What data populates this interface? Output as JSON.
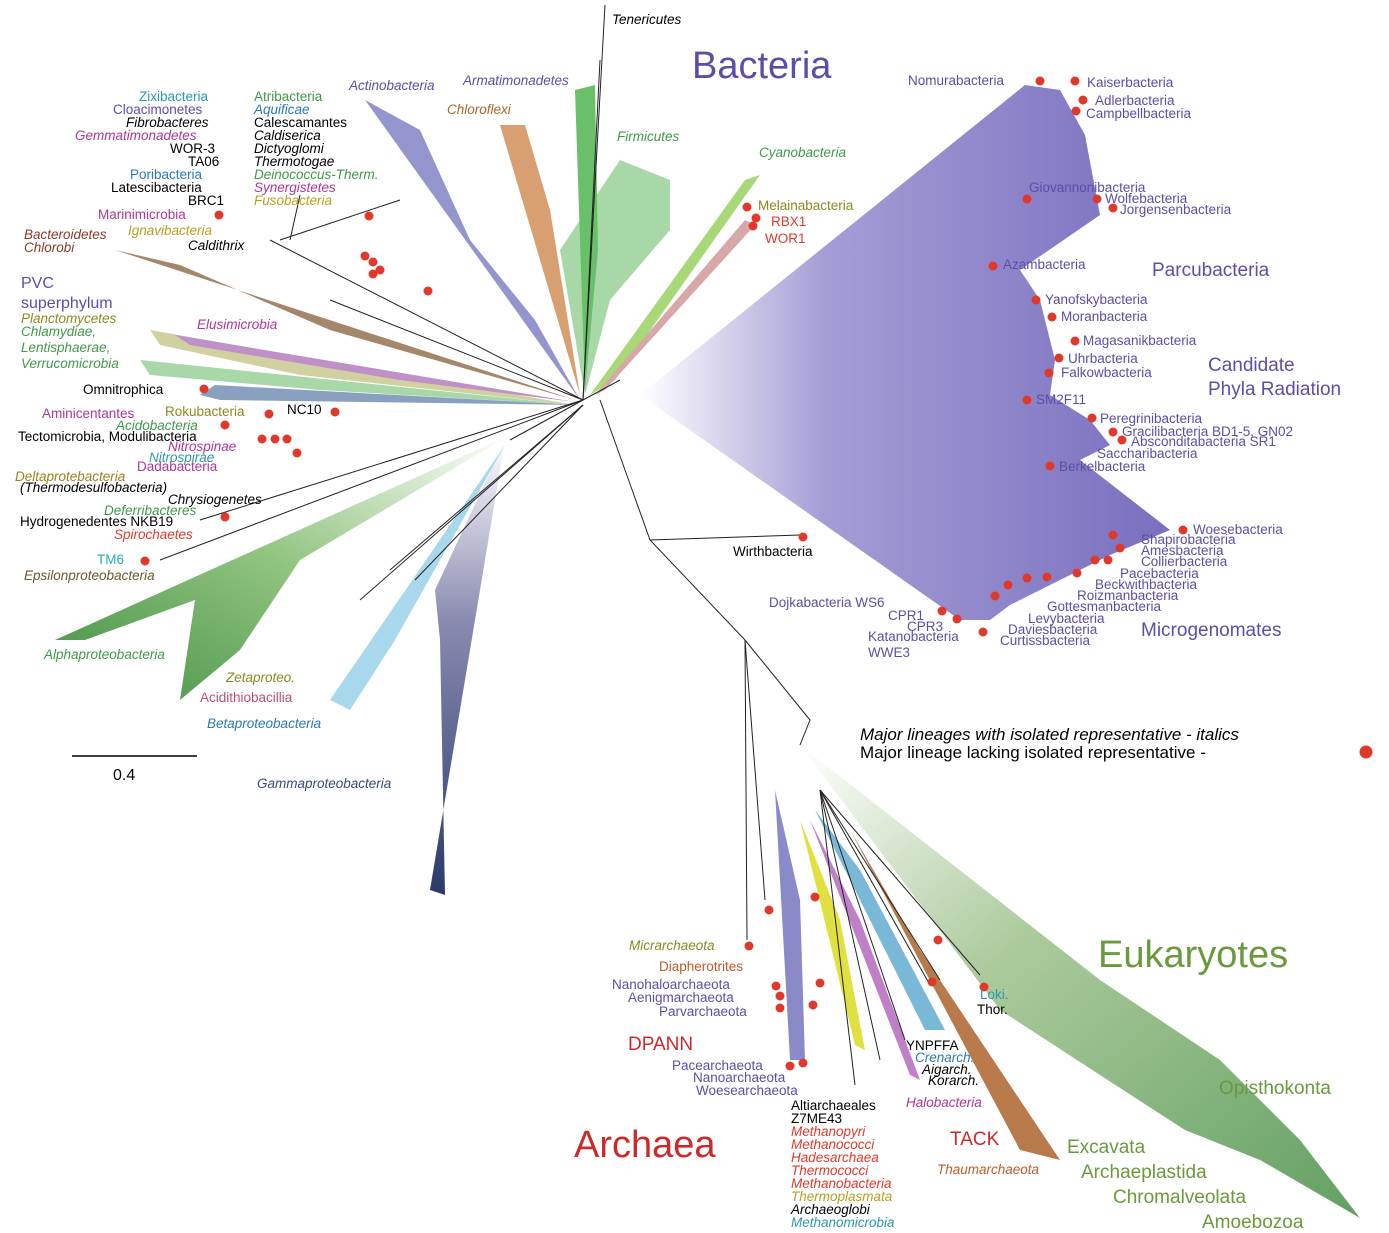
{
  "domains": {
    "bacteria": {
      "text": "Bacteria",
      "color": "#5a4fa8"
    },
    "archaea": {
      "text": "Archaea",
      "color": "#cc2a2a"
    },
    "eukaryotes": {
      "text": "Eukaryotes",
      "color": "#6a9a3c"
    }
  },
  "groups": {
    "parcubacteria": "Parcubacteria",
    "cpr_line1": "Candidate",
    "cpr_line2": "Phyla Radiation",
    "microgenomates": "Microgenomates",
    "pvc_line1": "PVC",
    "pvc_line2": "superphylum",
    "dpann": "DPANN",
    "tack": "TACK"
  },
  "legend": {
    "italics_line": "Major lineages with isolated representative - italics",
    "dot_line": "Major lineage lacking isolated representative -"
  },
  "scale_bar": {
    "value": "0.4"
  },
  "colors": {
    "bacteria_text": "#5a4fa8",
    "cpr_purple": "#7a70c0",
    "green": "#3f9a49",
    "teal": "#2a9aa8",
    "magenta": "#b0359a",
    "olive": "#8a8a20",
    "brown": "#8a5a2a",
    "red_dot": "#e0392b",
    "archaea_red": "#cc2a2a",
    "euk_green": "#6a9a3c",
    "gamma": "#3a4a7a"
  },
  "labels": [
    {
      "id": "tenericutes",
      "text": "Tenericutes",
      "it": true,
      "color": "#000000"
    },
    {
      "id": "armatimonadetes",
      "text": "Armatimonadetes",
      "it": true,
      "color": "#5a4fa8"
    },
    {
      "id": "actinobacteria",
      "text": "Actinobacteria",
      "it": true,
      "color": "#5a4fa8"
    },
    {
      "id": "chloroflexi",
      "text": "Chloroflexi",
      "it": true,
      "color": "#a8682a"
    },
    {
      "id": "firmicutes",
      "text": "Firmicutes",
      "it": true,
      "color": "#3f9a49"
    },
    {
      "id": "cyanobacteria",
      "text": "Cyanobacteria",
      "it": true,
      "color": "#3f9a49"
    },
    {
      "id": "melainabacteria",
      "text": "Melainabacteria",
      "it": false,
      "color": "#8a8a20"
    },
    {
      "id": "rbx1",
      "text": "RBX1",
      "it": false,
      "color": "#e0392b"
    },
    {
      "id": "wor1",
      "text": "WOR1",
      "it": false,
      "color": "#e0392b"
    },
    {
      "id": "zixibacteria",
      "text": "Zixibacteria",
      "it": false,
      "color": "#2a9aa8"
    },
    {
      "id": "cloacimonetes",
      "text": "Cloacimonetes",
      "it": false,
      "color": "#5a4fa8"
    },
    {
      "id": "fibrobacteres",
      "text": "Fibrobacteres",
      "it": true,
      "color": "#000000"
    },
    {
      "id": "gemmatimonadetes",
      "text": "Gemmatimonadetes",
      "it": true,
      "color": "#b0359a"
    },
    {
      "id": "wor3",
      "text": "WOR-3",
      "it": false,
      "color": "#000000"
    },
    {
      "id": "ta06",
      "text": "TA06",
      "it": false,
      "color": "#000000"
    },
    {
      "id": "poribacteria",
      "text": "Poribacteria",
      "it": false,
      "color": "#2a7ab8"
    },
    {
      "id": "latescibacteria",
      "text": "Latescibacteria",
      "it": false,
      "color": "#000000"
    },
    {
      "id": "brc1",
      "text": "BRC1",
      "it": false,
      "color": "#000000"
    },
    {
      "id": "atribacteria",
      "text": "Atribacteria",
      "it": false,
      "color": "#3f9a49"
    },
    {
      "id": "aquificae",
      "text": "Aquificae",
      "it": true,
      "color": "#2a7ab8"
    },
    {
      "id": "calescamantes",
      "text": "Calescamantes",
      "it": false,
      "color": "#000000"
    },
    {
      "id": "caldiserica",
      "text": "Caldiserica",
      "it": true,
      "color": "#000000"
    },
    {
      "id": "dictyoglomi",
      "text": "Dictyoglomi",
      "it": true,
      "color": "#000000"
    },
    {
      "id": "thermotogae",
      "text": "Thermotogae",
      "it": true,
      "color": "#000000"
    },
    {
      "id": "deinococcus",
      "text": "Deinococcus-Therm.",
      "it": true,
      "color": "#3f9a49"
    },
    {
      "id": "synergistetes",
      "text": "Synergistetes",
      "it": true,
      "color": "#b0359a"
    },
    {
      "id": "fusobacteria",
      "text": "Fusobacteria",
      "it": true,
      "color": "#b8a020"
    },
    {
      "id": "marinimicrobia",
      "text": "Marinimicrobia",
      "it": false,
      "color": "#b0359a"
    },
    {
      "id": "bacteroidetes",
      "text": "Bacteroidetes",
      "it": true,
      "color": "#8a3a2a"
    },
    {
      "id": "chlorobi",
      "text": "Chlorobi",
      "it": true,
      "color": "#8a3a2a"
    },
    {
      "id": "ignavibacteria",
      "text": "Ignavibacteria",
      "it": true,
      "color": "#b8a020"
    },
    {
      "id": "caldithrix",
      "text": "Caldithrix",
      "it": true,
      "color": "#000000"
    },
    {
      "id": "planctomycetes",
      "text": "Planctomycetes",
      "it": true,
      "color": "#8a8a20"
    },
    {
      "id": "chlamydiae",
      "text": "Chlamydiae,",
      "it": true,
      "color": "#3f9a49"
    },
    {
      "id": "lentisphaerae",
      "text": "Lentisphaerae,",
      "it": true,
      "color": "#3f9a49"
    },
    {
      "id": "verrucomicrobia",
      "text": "Verrucomicrobia",
      "it": true,
      "color": "#3f9a49"
    },
    {
      "id": "elusimicrobia",
      "text": "Elusimicrobia",
      "it": true,
      "color": "#b0359a"
    },
    {
      "id": "omnitrophica",
      "text": "Omnitrophica",
      "it": false,
      "color": "#000000"
    },
    {
      "id": "aminicentantes",
      "text": "Aminicentantes",
      "it": false,
      "color": "#b0359a"
    },
    {
      "id": "rokubacteria",
      "text": "Rokubacteria",
      "it": false,
      "color": "#8a8a20"
    },
    {
      "id": "nc10",
      "text": "NC10",
      "it": false,
      "color": "#000000"
    },
    {
      "id": "acidobacteria",
      "text": "Acidobacteria",
      "it": true,
      "color": "#3f9a49"
    },
    {
      "id": "tectomicrobia",
      "text": "Tectomicrobia, Modulibacteria",
      "it": false,
      "color": "#000000"
    },
    {
      "id": "nitrospinae",
      "text": "Nitrospinae",
      "it": true,
      "color": "#b0359a"
    },
    {
      "id": "nitrospirae",
      "text": "Nitrospirae",
      "it": true,
      "color": "#2a9aa8"
    },
    {
      "id": "dadabacteria",
      "text": "Dadabacteria",
      "it": false,
      "color": "#b0359a"
    },
    {
      "id": "deltaproteobacteria",
      "text": "Deltaprotebacteria",
      "it": true,
      "color": "#a08020"
    },
    {
      "id": "thermodesulfobacteria",
      "text": "(Thermodesulfobacteria)",
      "it": true,
      "color": "#000000"
    },
    {
      "id": "chrysiogenetes",
      "text": "Chrysiogenetes",
      "it": true,
      "color": "#000000"
    },
    {
      "id": "deferribacteres",
      "text": "Deferribacteres",
      "it": true,
      "color": "#3f9a49"
    },
    {
      "id": "hydrogenedentes",
      "text": "Hydrogenedentes NKB19",
      "it": false,
      "color": "#000000"
    },
    {
      "id": "spirochaetes",
      "text": "Spirochaetes",
      "it": true,
      "color": "#e0392b"
    },
    {
      "id": "tm6",
      "text": "TM6",
      "it": false,
      "color": "#2aa8b8"
    },
    {
      "id": "epsilonproteobacteria",
      "text": "Epsilonproteobacteria",
      "it": true,
      "color": "#6a5a2a"
    },
    {
      "id": "alphaproteobacteria",
      "text": "Alphaproteobacteria",
      "it": true,
      "color": "#3f9a49"
    },
    {
      "id": "zetaproteo",
      "text": "Zetaproteo.",
      "it": true,
      "color": "#8a8a20"
    },
    {
      "id": "acidithiobacillia",
      "text": "Acidithiobacillia",
      "it": false,
      "color": "#c0506a"
    },
    {
      "id": "betaproteobacteria",
      "text": "Betaproteobacteria",
      "it": true,
      "color": "#2a7ab8"
    },
    {
      "id": "gammaproteobacteria",
      "text": "Gammaproteobacteria",
      "it": true,
      "color": "#3a4a7a"
    },
    {
      "id": "nomurabacteria",
      "text": "Nomurabacteria",
      "it": false,
      "color": "#5a4fa8"
    },
    {
      "id": "kaiserbacteria",
      "text": "Kaiserbacteria",
      "it": false,
      "color": "#5a4fa8"
    },
    {
      "id": "adlerbacteria",
      "text": "Adlerbacteria",
      "it": false,
      "color": "#5a4fa8"
    },
    {
      "id": "campbellbacteria",
      "text": "Campbellbacteria",
      "it": false,
      "color": "#5a4fa8"
    },
    {
      "id": "giovannonibacteria",
      "text": "Giovannonibacteria",
      "it": false,
      "color": "#5a4fa8"
    },
    {
      "id": "wolfebacteria",
      "text": "Wolfebacteria",
      "it": false,
      "color": "#5a4fa8"
    },
    {
      "id": "jorgensenbacteria",
      "text": "Jorgensenbacteria",
      "it": false,
      "color": "#5a4fa8"
    },
    {
      "id": "azambacteria",
      "text": "Azambacteria",
      "it": false,
      "color": "#5a4fa8"
    },
    {
      "id": "yanofskybacteria",
      "text": "Yanofskybacteria",
      "it": false,
      "color": "#5a4fa8"
    },
    {
      "id": "moranbacteria",
      "text": "Moranbacteria",
      "it": false,
      "color": "#5a4fa8"
    },
    {
      "id": "magasanikbacteria",
      "text": "Magasanikbacteria",
      "it": false,
      "color": "#5a4fa8"
    },
    {
      "id": "uhrbacteria",
      "text": "Uhrbacteria",
      "it": false,
      "color": "#5a4fa8"
    },
    {
      "id": "falkowbacteria",
      "text": "Falkowbacteria",
      "it": false,
      "color": "#5a4fa8"
    },
    {
      "id": "sm2f11",
      "text": "SM2F11",
      "it": false,
      "color": "#5a4fa8"
    },
    {
      "id": "peregrinibacteria",
      "text": "Peregrinibacteria",
      "it": false,
      "color": "#5a4fa8"
    },
    {
      "id": "gracilibacteria",
      "text": "Gracilibacteria BD1-5, GN02",
      "it": false,
      "color": "#5a4fa8"
    },
    {
      "id": "absconditabacteria",
      "text": "Absconditabacteria SR1",
      "it": false,
      "color": "#5a4fa8"
    },
    {
      "id": "saccharibacteria",
      "text": "Saccharibacteria",
      "it": false,
      "color": "#5a4fa8"
    },
    {
      "id": "berkelbacteria",
      "text": "Berkelbacteria",
      "it": false,
      "color": "#5a4fa8"
    },
    {
      "id": "wirthbacteria",
      "text": "Wirthbacteria",
      "it": false,
      "color": "#000000"
    },
    {
      "id": "woesebacteria",
      "text": "Woesebacteria",
      "it": false,
      "color": "#5a4fa8"
    },
    {
      "id": "shapirobacteria",
      "text": "Shapirobacteria",
      "it": false,
      "color": "#5a4fa8"
    },
    {
      "id": "amesbacteria",
      "text": "Amesbacteria",
      "it": false,
      "color": "#5a4fa8"
    },
    {
      "id": "collierbacteria",
      "text": "Collierbacteria",
      "it": false,
      "color": "#5a4fa8"
    },
    {
      "id": "pacebacteria",
      "text": "Pacebacteria",
      "it": false,
      "color": "#5a4fa8"
    },
    {
      "id": "beckwithbacteria",
      "text": "Beckwithbacteria",
      "it": false,
      "color": "#5a4fa8"
    },
    {
      "id": "roizmanbacteria",
      "text": "Roizmanbacteria",
      "it": false,
      "color": "#5a4fa8"
    },
    {
      "id": "gottesmanbacteria",
      "text": "Gottesmanbacteria",
      "it": false,
      "color": "#5a4fa8"
    },
    {
      "id": "levybacteria",
      "text": "Levybacteria",
      "it": false,
      "color": "#5a4fa8"
    },
    {
      "id": "daviesbacteria",
      "text": "Daviesbacteria",
      "it": false,
      "color": "#5a4fa8"
    },
    {
      "id": "curtissbacteria",
      "text": "Curtissbacteria",
      "it": false,
      "color": "#5a4fa8"
    },
    {
      "id": "dojkabacteria",
      "text": "Dojkabacteria WS6",
      "it": false,
      "color": "#5a4fa8"
    },
    {
      "id": "cpr1",
      "text": "CPR1",
      "it": false,
      "color": "#5a4fa8"
    },
    {
      "id": "cpr3",
      "text": "CPR3",
      "it": false,
      "color": "#5a4fa8"
    },
    {
      "id": "katanobacteria",
      "text": "Katanobacteria",
      "it": false,
      "color": "#5a4fa8"
    },
    {
      "id": "wwe3",
      "text": "WWE3",
      "it": false,
      "color": "#5a4fa8"
    },
    {
      "id": "micrarchaeota",
      "text": "Micrarchaeota",
      "it": true,
      "color": "#8a8a20"
    },
    {
      "id": "diapherotrites",
      "text": "Diapherotrites",
      "it": false,
      "color": "#c05a2a"
    },
    {
      "id": "nanohaloarchaeota",
      "text": "Nanohaloarchaeota",
      "it": false,
      "color": "#5a4fa8"
    },
    {
      "id": "aenigmarchaeota",
      "text": "Aenigmarchaeota",
      "it": false,
      "color": "#5a4fa8"
    },
    {
      "id": "parvarchaeota",
      "text": "Parvarchaeota",
      "it": false,
      "color": "#5a4fa8"
    },
    {
      "id": "pacearchaeota",
      "text": "Pacearchaeota",
      "it": false,
      "color": "#5a4fa8"
    },
    {
      "id": "nanoarchaeota",
      "text": "Nanoarchaeota",
      "it": false,
      "color": "#5a4fa8"
    },
    {
      "id": "woesearchaeota",
      "text": "Woesearchaeota",
      "it": false,
      "color": "#5a4fa8"
    },
    {
      "id": "altiarchaeales",
      "text": "Altiarchaeales",
      "it": false,
      "color": "#000000"
    },
    {
      "id": "z7me43",
      "text": "Z7ME43",
      "it": false,
      "color": "#000000"
    },
    {
      "id": "methanopyri",
      "text": "Methanopyri",
      "it": true,
      "color": "#e0392b"
    },
    {
      "id": "methanococci",
      "text": "Methanococci",
      "it": true,
      "color": "#e0392b"
    },
    {
      "id": "hadesarchaea",
      "text": "Hadesarchaea",
      "it": true,
      "color": "#e0392b"
    },
    {
      "id": "thermococci",
      "text": "Thermococci",
      "it": true,
      "color": "#e0392b"
    },
    {
      "id": "methanobacteria",
      "text": "Methanobacteria",
      "it": true,
      "color": "#e0392b"
    },
    {
      "id": "thermoplasmata",
      "text": "Thermoplasmata",
      "it": true,
      "color": "#b8a020"
    },
    {
      "id": "archaeoglobi",
      "text": "Archaeoglobi",
      "it": true,
      "color": "#000000"
    },
    {
      "id": "methanomicrobia",
      "text": "Methanomicrobia",
      "it": true,
      "color": "#2a9aa8"
    },
    {
      "id": "ynpffa",
      "text": "YNPFFA",
      "it": false,
      "color": "#000000"
    },
    {
      "id": "crenarch",
      "text": "Crenarch.",
      "it": true,
      "color": "#2a7ab8"
    },
    {
      "id": "aigarch",
      "text": "Aigarch.",
      "it": true,
      "color": "#000000"
    },
    {
      "id": "korarch",
      "text": "Korarch.",
      "it": true,
      "color": "#000000"
    },
    {
      "id": "halobacteria",
      "text": "Halobacteria",
      "it": true,
      "color": "#b0359a"
    },
    {
      "id": "loki",
      "text": "Loki.",
      "it": false,
      "color": "#2a9aa8"
    },
    {
      "id": "thor",
      "text": "Thor.",
      "it": false,
      "color": "#000000"
    },
    {
      "id": "thaumarchaeota",
      "text": "Thaumarchaeota",
      "it": true,
      "color": "#c05a2a"
    },
    {
      "id": "opisthokonta",
      "text": "Opisthokonta",
      "it": false,
      "color": "#6a9a3c"
    },
    {
      "id": "excavata",
      "text": "Excavata",
      "it": false,
      "color": "#6a9a3c"
    },
    {
      "id": "archaeplastida",
      "text": "Archaeplastida",
      "it": false,
      "color": "#6a9a3c"
    },
    {
      "id": "chromalveolata",
      "text": "Chromalveolata",
      "it": false,
      "color": "#6a9a3c"
    },
    {
      "id": "amoebozoa",
      "text": "Amoebozoa",
      "it": false,
      "color": "#6a9a3c"
    }
  ]
}
